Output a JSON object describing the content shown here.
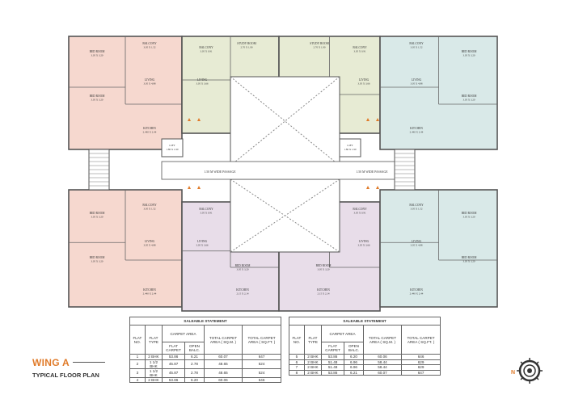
{
  "title": {
    "wing": "WING A",
    "subtitle": "TYPICAL FLOOR PLAN",
    "accent": "#e07b2a"
  },
  "compass": {
    "north_label": "N"
  },
  "plan": {
    "passage_label": "1.50 M WIDE PASSAGE",
    "lift_label": "LIFT",
    "lift_size": "1.80 X 1.90",
    "flat_colors": {
      "flat_1_4": "#f6d8cf",
      "flat_2_7": "#e7ebd4",
      "flat_3_6": "#e8dde9",
      "flat_5_8": "#d9e9e8"
    },
    "rooms": [
      {
        "name": "BED ROOM",
        "size": "3.05 X 3.20"
      },
      {
        "name": "BALCONY",
        "size": "3.05 X 1.52"
      },
      {
        "name": "LIVING",
        "size": "3.05 X 4.88"
      },
      {
        "name": "BED ROOM",
        "size": "3.05 X 3.20"
      },
      {
        "name": "KITCHEN",
        "size": "2.440 X 2.44"
      },
      {
        "name": "BALCONY",
        "size": "3.05 X 0.91"
      },
      {
        "name": "LIVING",
        "size": "3.05 X 3.66"
      },
      {
        "name": "STUDY ROOM",
        "size": "2.70 X 1.90"
      },
      {
        "name": "BED ROOM",
        "size": "3.05 X 3.20"
      },
      {
        "name": "KITCHEN",
        "size": "2.15 X 2.14"
      }
    ]
  },
  "tables": [
    {
      "title": "SALEABLE STATEMENT",
      "headers": {
        "flat_no": "FLAT NO.",
        "flat_type": "FLAT TYPE",
        "carpet_area": "CARPET AREA",
        "flat_carpet": "FLAT CARPET",
        "open_balc": "OPEN BALC.",
        "total_sqm": "TOTAL CARPET AREA ( SQ.M. )",
        "total_sqft": "TOTAL CARPET AREA ( SQ.FT. )"
      },
      "rows": [
        [
          "1",
          "2 BHK",
          "53.86",
          "6.21",
          "60.07",
          "647"
        ],
        [
          "2",
          "1 1/2 BHK",
          "45.87",
          "2.78",
          "48.65",
          "524"
        ],
        [
          "3",
          "1 1/2 BHK",
          "45.87",
          "2.78",
          "48.65",
          "524"
        ],
        [
          "4",
          "2 BHK",
          "53.86",
          "6.20",
          "60.06",
          "646"
        ]
      ]
    },
    {
      "title": "SALEABLE STATEMENT",
      "headers": {
        "flat_no": "FLAT NO.",
        "flat_type": "FLAT TYPE",
        "carpet_area": "CARPET AREA",
        "flat_carpet": "FLAT CARPET",
        "open_balc": "OPEN BALC.",
        "total_sqm": "TOTAL CARPET AREA ( SQ.M. )",
        "total_sqft": "TOTAL CARPET AREA ( SQ.FT. )"
      },
      "rows": [
        [
          "5",
          "2 BHK",
          "53.86",
          "6.20",
          "60.06",
          "646"
        ],
        [
          "6",
          "2 BHK",
          "51.48",
          "6.96",
          "58.44",
          "629"
        ],
        [
          "7",
          "2 BHK",
          "51.48",
          "6.96",
          "58.44",
          "629"
        ],
        [
          "8",
          "2 BHK",
          "53.86",
          "6.21",
          "60.07",
          "647"
        ]
      ]
    }
  ]
}
